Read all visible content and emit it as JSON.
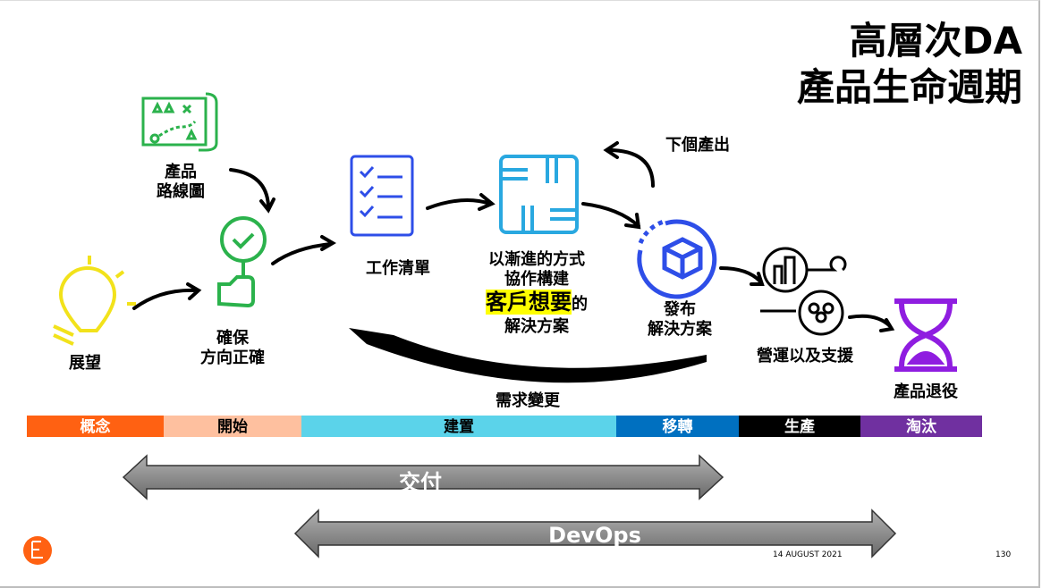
{
  "title": {
    "line1": "高層次DA",
    "line2": "產品生命週期"
  },
  "steps": {
    "vision": "展望",
    "roadmap": [
      "產品",
      "路線圖"
    ],
    "direction": [
      "確保",
      "方向正確"
    ],
    "worklist": "工作清單",
    "build": {
      "line1": "以漸進的方式",
      "line2": "協作構建",
      "highlight": "客戶想要",
      "suffix": "的",
      "line4": "解決方案"
    },
    "release": [
      "發布",
      "解決方案"
    ],
    "next_output": "下個產出",
    "operate": "營運以及支援",
    "retire": "產品退役",
    "change": "需求變更"
  },
  "phases": [
    {
      "label": "概念",
      "color": "#ff6112",
      "text_color": "#ffffff"
    },
    {
      "label": "開始",
      "color": "#fec09f",
      "text_color": "#000000"
    },
    {
      "label": "建置",
      "color": "#5bd3ea",
      "text_color": "#000000"
    },
    {
      "label": "移轉",
      "color": "#0070c0",
      "text_color": "#ffffff"
    },
    {
      "label": "生產",
      "color": "#000000",
      "text_color": "#ffffff"
    },
    {
      "label": "淘汰",
      "color": "#7030a0",
      "text_color": "#ffffff"
    }
  ],
  "spans": {
    "delivery": "交付",
    "devops": "DevOps"
  },
  "footer": {
    "date": "14 AUGUST 2021",
    "page": "130"
  }
}
